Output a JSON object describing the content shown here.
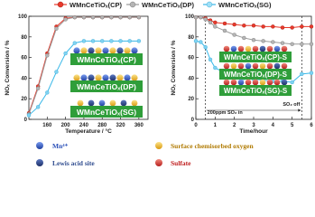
{
  "legend": {
    "items": [
      {
        "label": "WMnCeTiOₓ(CP)",
        "color": "#e8392b",
        "line": "#e8392b"
      },
      {
        "label": "WMnCeTiOₓ(DP)",
        "color": "#9a9a9a",
        "line": "#9a9a9a"
      },
      {
        "label": "WMnCeTiOₓ(SG)",
        "color": "#7fd3f2",
        "line": "#38b8e8"
      }
    ]
  },
  "colors": {
    "cp": "#e8392b",
    "dp": "#9a9a9a",
    "sg": "#7fd3f2",
    "sg_line": "#38b8e8",
    "catalyst_box": "#2f9e3a",
    "mn": "#2a4fb8",
    "oxygen": "#f2c033",
    "lewis": "#2f4c8f",
    "sulfate": "#d93030"
  },
  "chart_data": [
    {
      "type": "line",
      "xlabel": "Temperature / °C",
      "ylabel": "NOₓ Conversion / %",
      "xlim": [
        120,
        380
      ],
      "ylim": [
        0,
        100
      ],
      "xticks": [
        "160",
        "200",
        "240",
        "280",
        "320",
        "360"
      ],
      "yticks": [
        "0",
        "20",
        "40",
        "60",
        "80",
        "100"
      ],
      "grid": false,
      "series": [
        {
          "name": "WMnCeTiOₓ(CP)",
          "x": [
            120,
            140,
            160,
            180,
            200,
            220,
            240,
            260,
            280,
            300,
            320,
            340,
            360
          ],
          "values": [
            6,
            32,
            64,
            90,
            98,
            99,
            99,
            99,
            99,
            99,
            99,
            99,
            99
          ]
        },
        {
          "name": "WMnCeTiOₓ(DP)",
          "x": [
            120,
            140,
            160,
            180,
            200,
            220,
            240,
            260,
            280,
            300,
            320,
            340,
            360
          ],
          "values": [
            5,
            30,
            62,
            88,
            97,
            99,
            99,
            99,
            99,
            99,
            99,
            99,
            99
          ]
        },
        {
          "name": "WMnCeTiOₓ(SG)",
          "x": [
            120,
            140,
            160,
            180,
            200,
            220,
            240,
            260,
            280,
            300,
            320,
            340,
            360
          ],
          "values": [
            4,
            12,
            26,
            46,
            64,
            74,
            76,
            76,
            76,
            76,
            76,
            76,
            76
          ]
        }
      ],
      "annotations": [
        "WMnCeTiOₓ(CP)",
        "WMnCeTiOₓ(DP)",
        "WMnCeTiOₓ(SG)"
      ]
    },
    {
      "type": "line",
      "xlabel": "Time/hour",
      "ylabel": "NOₓ Conversion / %",
      "xlim": [
        0,
        6
      ],
      "ylim": [
        0,
        100
      ],
      "xticks": [
        "0",
        "1",
        "2",
        "3",
        "4",
        "5",
        "6"
      ],
      "yticks": [
        "0",
        "20",
        "40",
        "60",
        "80",
        "100"
      ],
      "grid": false,
      "series": [
        {
          "name": "WMnCeTiOₓ(CP)",
          "x": [
            0,
            0.25,
            0.5,
            0.75,
            1,
            1.5,
            2,
            2.5,
            3,
            3.5,
            4,
            4.5,
            5,
            5.5,
            6
          ],
          "values": [
            99,
            99,
            98,
            96,
            94,
            93,
            92,
            91,
            91,
            90,
            90,
            89,
            89,
            90,
            90
          ]
        },
        {
          "name": "WMnCeTiOₓ(DP)",
          "x": [
            0,
            0.25,
            0.5,
            0.75,
            1,
            1.5,
            2,
            2.5,
            3,
            3.5,
            4,
            4.5,
            5,
            5.5,
            6
          ],
          "values": [
            99,
            99,
            97,
            94,
            90,
            86,
            82,
            79,
            77,
            76,
            75,
            74,
            73,
            73,
            73
          ]
        },
        {
          "name": "WMnCeTiOₓ(SG)",
          "x": [
            0,
            0.25,
            0.5,
            0.75,
            1,
            1.5,
            2,
            2.5,
            3,
            3.5,
            4,
            4.5,
            5,
            5.5,
            6
          ],
          "values": [
            76,
            75,
            70,
            58,
            50,
            45,
            42,
            40,
            39,
            38,
            37,
            37,
            36,
            44,
            45
          ]
        }
      ],
      "markers": [
        {
          "x": 0.5,
          "label": "200ppm SO₂ in"
        },
        {
          "x": 5.5,
          "label": "SO₂ off"
        }
      ],
      "annotations": [
        "WMnCeTiOₓ(CP)-S",
        "WMnCeTiOₓ(DP)-S",
        "WMnCeTiOₓ(SG)-S"
      ]
    }
  ],
  "key": [
    {
      "label": "Mn⁴⁺",
      "color": "#2a4fb8"
    },
    {
      "label": "Surface chemisorbed oxygen",
      "color": "#f2c033"
    },
    {
      "label": "Lewis acid site",
      "color": "#2f4c8f"
    },
    {
      "label": "Sulfate",
      "color": "#d93030"
    }
  ]
}
